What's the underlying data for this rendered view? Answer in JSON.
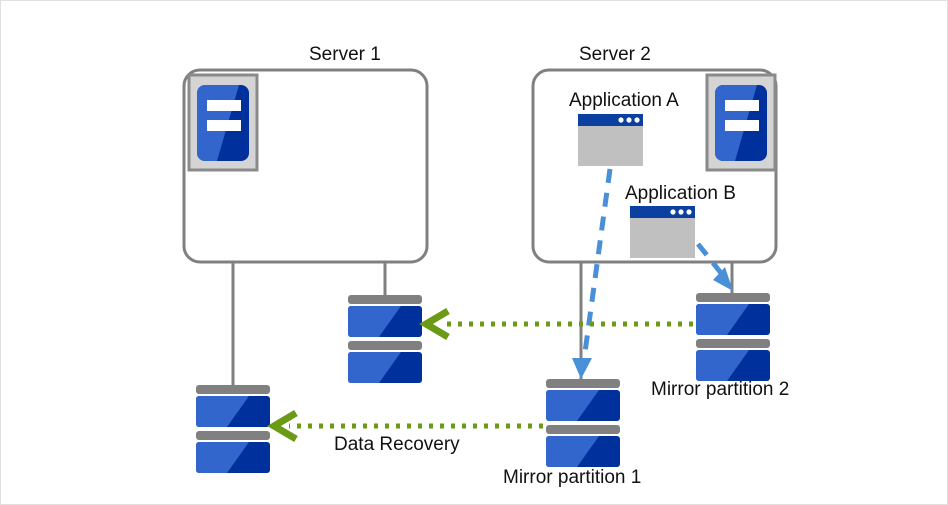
{
  "diagram": {
    "title_hidden": "",
    "colors": {
      "outline_gray": "#808080",
      "icon_frame_gray": "#c8c8c8",
      "disk_bar_gray": "#808080",
      "blue_light": "#3366cc",
      "blue_dark": "#00309b",
      "titlebar_blue": "#0b3fa0",
      "window_body_gray": "#c0c0c0",
      "arrow_green": "#6a9a16",
      "arrow_blue": "#4a90d9",
      "text": "#111111",
      "page_border": "#e0e0e0"
    },
    "servers": [
      {
        "id": "server-1",
        "label": "Server 1",
        "icon": "server-icon",
        "icon_side": "left",
        "applications": []
      },
      {
        "id": "server-2",
        "label": "Server 2",
        "icon": "server-icon",
        "icon_side": "right",
        "applications": [
          {
            "id": "application-a",
            "label": "Application A",
            "icon": "app-window-icon"
          },
          {
            "id": "application-b",
            "label": "Application B",
            "icon": "app-window-icon"
          }
        ]
      }
    ],
    "disks": [
      {
        "id": "disk-server1-lower-left",
        "label": "",
        "icon": "disk-stack-icon"
      },
      {
        "id": "disk-server1-upper-right",
        "label": "",
        "icon": "disk-stack-icon"
      },
      {
        "id": "disk-mirror-partition-1",
        "label": "Mirror partition 1",
        "icon": "disk-stack-icon"
      },
      {
        "id": "disk-mirror-partition-2",
        "label": "Mirror partition 2",
        "icon": "disk-stack-icon"
      }
    ],
    "flows": [
      {
        "id": "flow-mirror2-to-disk",
        "style": "dotted",
        "color": "#6a9a16",
        "label": ""
      },
      {
        "id": "flow-mirror1-to-disk",
        "style": "dotted",
        "color": "#6a9a16",
        "label": "Data Recovery"
      },
      {
        "id": "flow-appa-to-mirror1",
        "style": "dashed",
        "color": "#4a90d9",
        "label": ""
      },
      {
        "id": "flow-appb-to-mirror2",
        "style": "dashed",
        "color": "#4a90d9",
        "label": ""
      }
    ]
  }
}
